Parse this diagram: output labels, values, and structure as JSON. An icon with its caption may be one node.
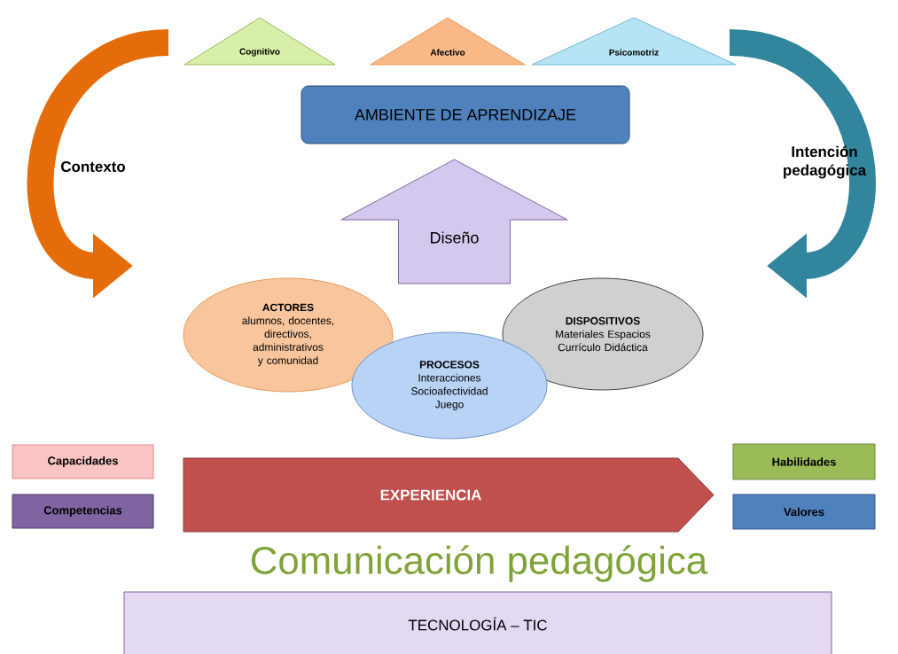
{
  "diagram": {
    "nodes": [
      {
        "text": [
          "Cognitivo"
        ]
      },
      {
        "text": [
          "Afectivo"
        ]
      },
      {
        "text": [
          "Psicomotriz"
        ]
      },
      {
        "text": [
          "AMBIENTE DE APRENDIZAJE"
        ]
      },
      {
        "text": [
          "Diseño"
        ]
      },
      {
        "text": [
          "ACTORES",
          "alumnos, docentes, directivos, administrativos y comunidad"
        ]
      },
      {
        "text": [
          "DISPOSITIVOS",
          "Materiales Espacios Currículo Didáctica"
        ]
      },
      {
        "text": [
          "PROCESOS",
          "Interacciones Socioafectividad Juego"
        ]
      },
      {
        "text": [
          "Capacidades"
        ]
      },
      {
        "text": [
          "Competencias"
        ]
      },
      {
        "text": [
          "EXPERIENCIA"
        ]
      },
      {
        "text": [
          "Habilidades"
        ]
      },
      {
        "text": [
          "Valores"
        ]
      },
      {
        "text": [
          "TECNOLOGÍA – TIC"
        ]
      }
    ],
    "labels": [
      "Contexto",
      "Intención pedagógica",
      "Comunicación pedagógica"
    ]
  }
}
